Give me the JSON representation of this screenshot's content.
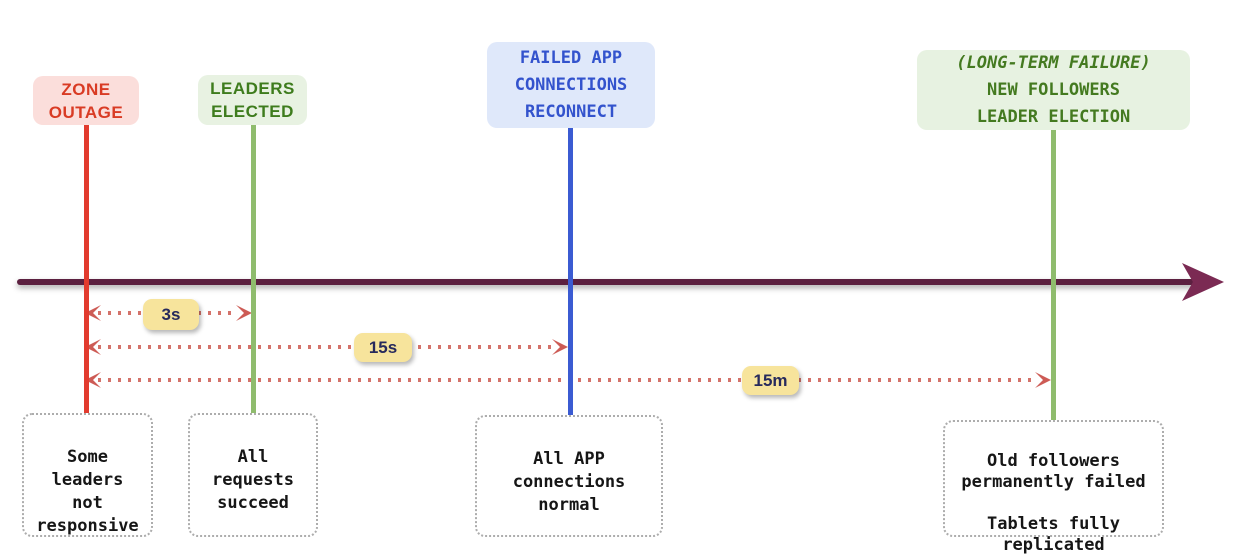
{
  "diagram": {
    "title": "zone outage recovery timeline",
    "events": [
      {
        "name": "zone-outage",
        "label": "ZONE\nOUTAGE",
        "outcome": "Some\nleaders\nnot\nresponsive",
        "accent_color": "#e23b2e",
        "label_bg": "#fbdedb",
        "label_color": "#d93b24"
      },
      {
        "name": "leaders-elected",
        "label": "LEADERS\nELECTED",
        "outcome": "All\nrequests\nsucceed",
        "accent_color": "#8fbc6d",
        "label_bg": "#e8f2e2",
        "label_color": "#3e7c1d"
      },
      {
        "name": "failed-app-connections-reconnect",
        "label": "FAILED APP\nCONNECTIONS\nRECONNECT",
        "outcome": "All APP\nconnections\nnormal",
        "accent_color": "#3b5bd2",
        "label_bg": "#dfe8fa",
        "label_color": "#3353cd"
      },
      {
        "name": "new-followers-leader-election",
        "label_prefix": "(LONG-TERM FAILURE)",
        "label": "NEW FOLLOWERS\nLEADER ELECTION",
        "outcome": "Old followers\npermanently failed\n\nTablets fully\nreplicated",
        "accent_color": "#8fbc6d",
        "label_bg": "#e7f2e1",
        "label_color": "#447a20"
      }
    ],
    "durations": [
      {
        "label": "3s",
        "from": "zone-outage",
        "to": "leaders-elected"
      },
      {
        "label": "15s",
        "from": "zone-outage",
        "to": "failed-app-connections-reconnect"
      },
      {
        "label": "15m",
        "from": "zone-outage",
        "to": "new-followers-leader-election"
      }
    ],
    "colors": {
      "timeline": "#5c2040",
      "timeline_arrowhead": "#7b2a53",
      "duration_dots": "#d4726a",
      "duration_badge_bg": "#f7e49c",
      "duration_badge_text": "#272a5c"
    }
  }
}
